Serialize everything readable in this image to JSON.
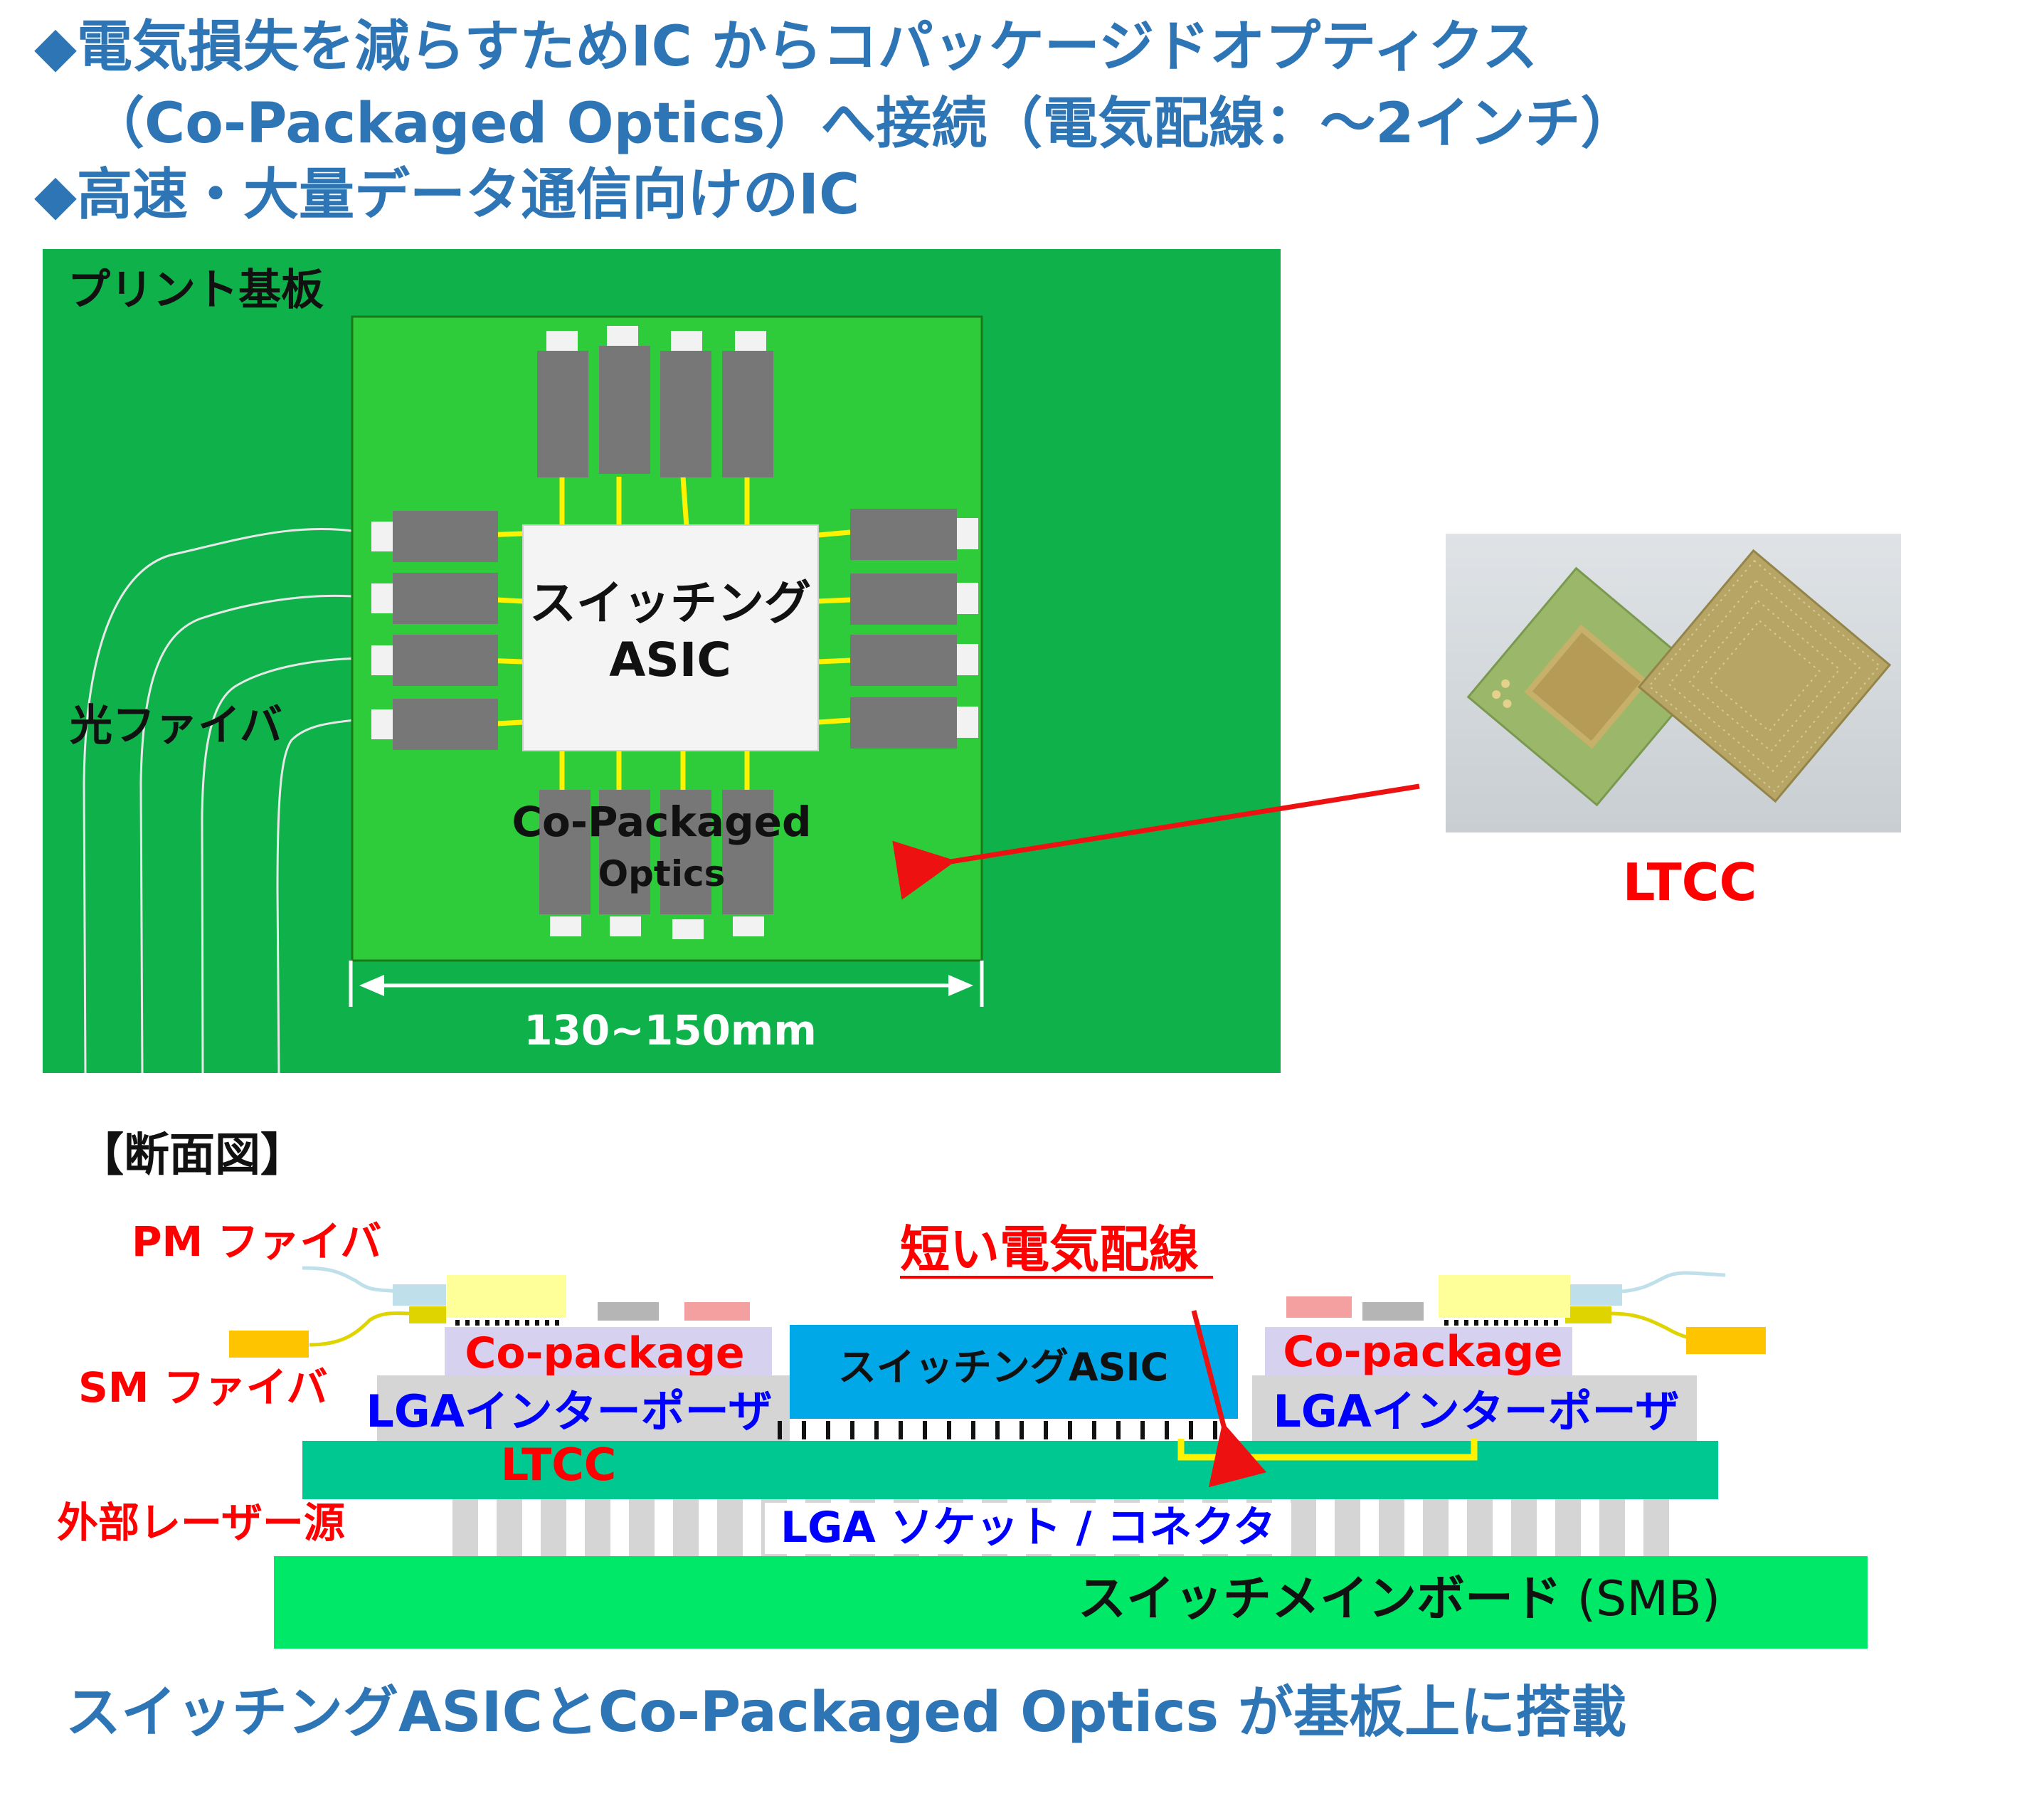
{
  "headline": {
    "line1": "◆電気損失を減らすためIC からコパッケージドオプティクス",
    "line2": "（Co-Packaged Optics）へ接続（電気配線：～2インチ）",
    "line3": "◆高速・大量データ通信向けのIC"
  },
  "top_view": {
    "pcb_label": "プリント基板",
    "fiber_label": "光ファイバ",
    "asic_label_1": "スイッチング",
    "asic_label_2": "ASIC",
    "cpo_label_1": "Co-Packaged",
    "cpo_label_2": "Optics",
    "dimension": "130~150mm"
  },
  "photo": {
    "caption": "LTCC"
  },
  "cross_section": {
    "title": "【断面図】",
    "pm_fiber": "PM ファイバ",
    "sm_fiber": "SM ファイバ",
    "short_wiring": "短い電気配線",
    "co_package_left": "Co-package",
    "co_package_right": "Co-package",
    "switching_asic": "スイッチングASIC",
    "lga_interposer_left": "LGAインターポーザ",
    "lga_interposer_right": "LGAインターポーザ",
    "ltcc": "LTCC",
    "external_laser": "外部レーザー源",
    "lga_socket": "LGA ソケット / コネクタ",
    "smb_main": "スイッチメインボード",
    "smb_abbr": " (SMB)"
  },
  "footer": "スイッチングASICとCo-Packaged Optics が基板上に搭載",
  "colors": {
    "headline": "#2E75B6",
    "pcb_green": "#0FB24A",
    "substrate_green": "#2ECC3A",
    "module_gray": "#777777",
    "trace_yellow": "#FFF200",
    "asic_blue": "#00A8E8",
    "ltcc_teal": "#00C891",
    "smb_green": "#00E868",
    "arrow_red": "#EE1111"
  }
}
